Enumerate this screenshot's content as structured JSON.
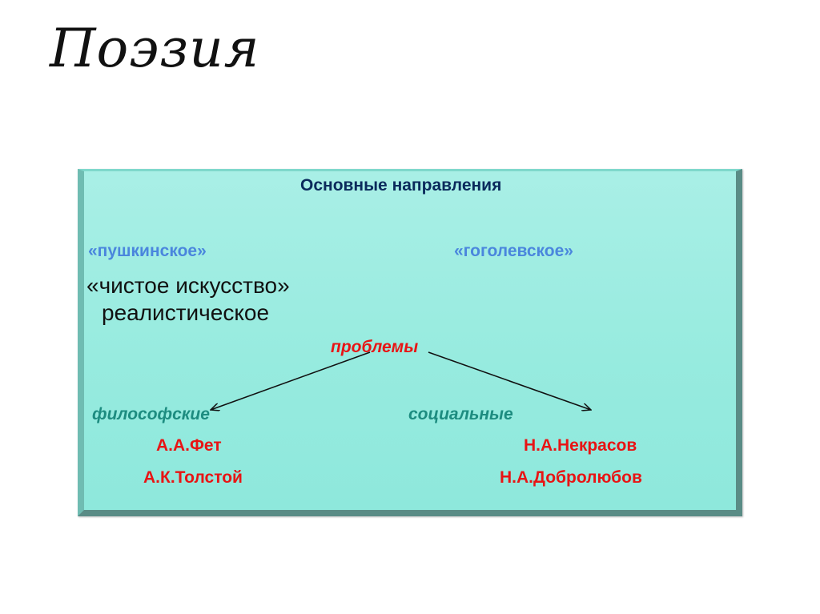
{
  "slide": {
    "title": "Поэзия"
  },
  "box": {
    "heading": "Основные направления",
    "directions": [
      {
        "label": "«пушкинское»",
        "description": "«чистое искусство»"
      },
      {
        "label": "«гоголевское»",
        "description": "реалистическое"
      }
    ],
    "problems_label": "проблемы",
    "categories": [
      {
        "label": "философские",
        "authors": [
          "А.А.Фет",
          "А.К.Толстой"
        ]
      },
      {
        "label": "социальные",
        "authors": [
          "Н.А.Некрасов",
          "Н.А.Добролюбов"
        ]
      }
    ]
  },
  "colors": {
    "box_fill": "#9eede2",
    "box_border_dark": "#5a8c86",
    "heading": "#0b2a5c",
    "direction": "#4a86dd",
    "problems": "#e81414",
    "category": "#1d8c80",
    "author": "#e81414",
    "arrow": "#111111"
  }
}
